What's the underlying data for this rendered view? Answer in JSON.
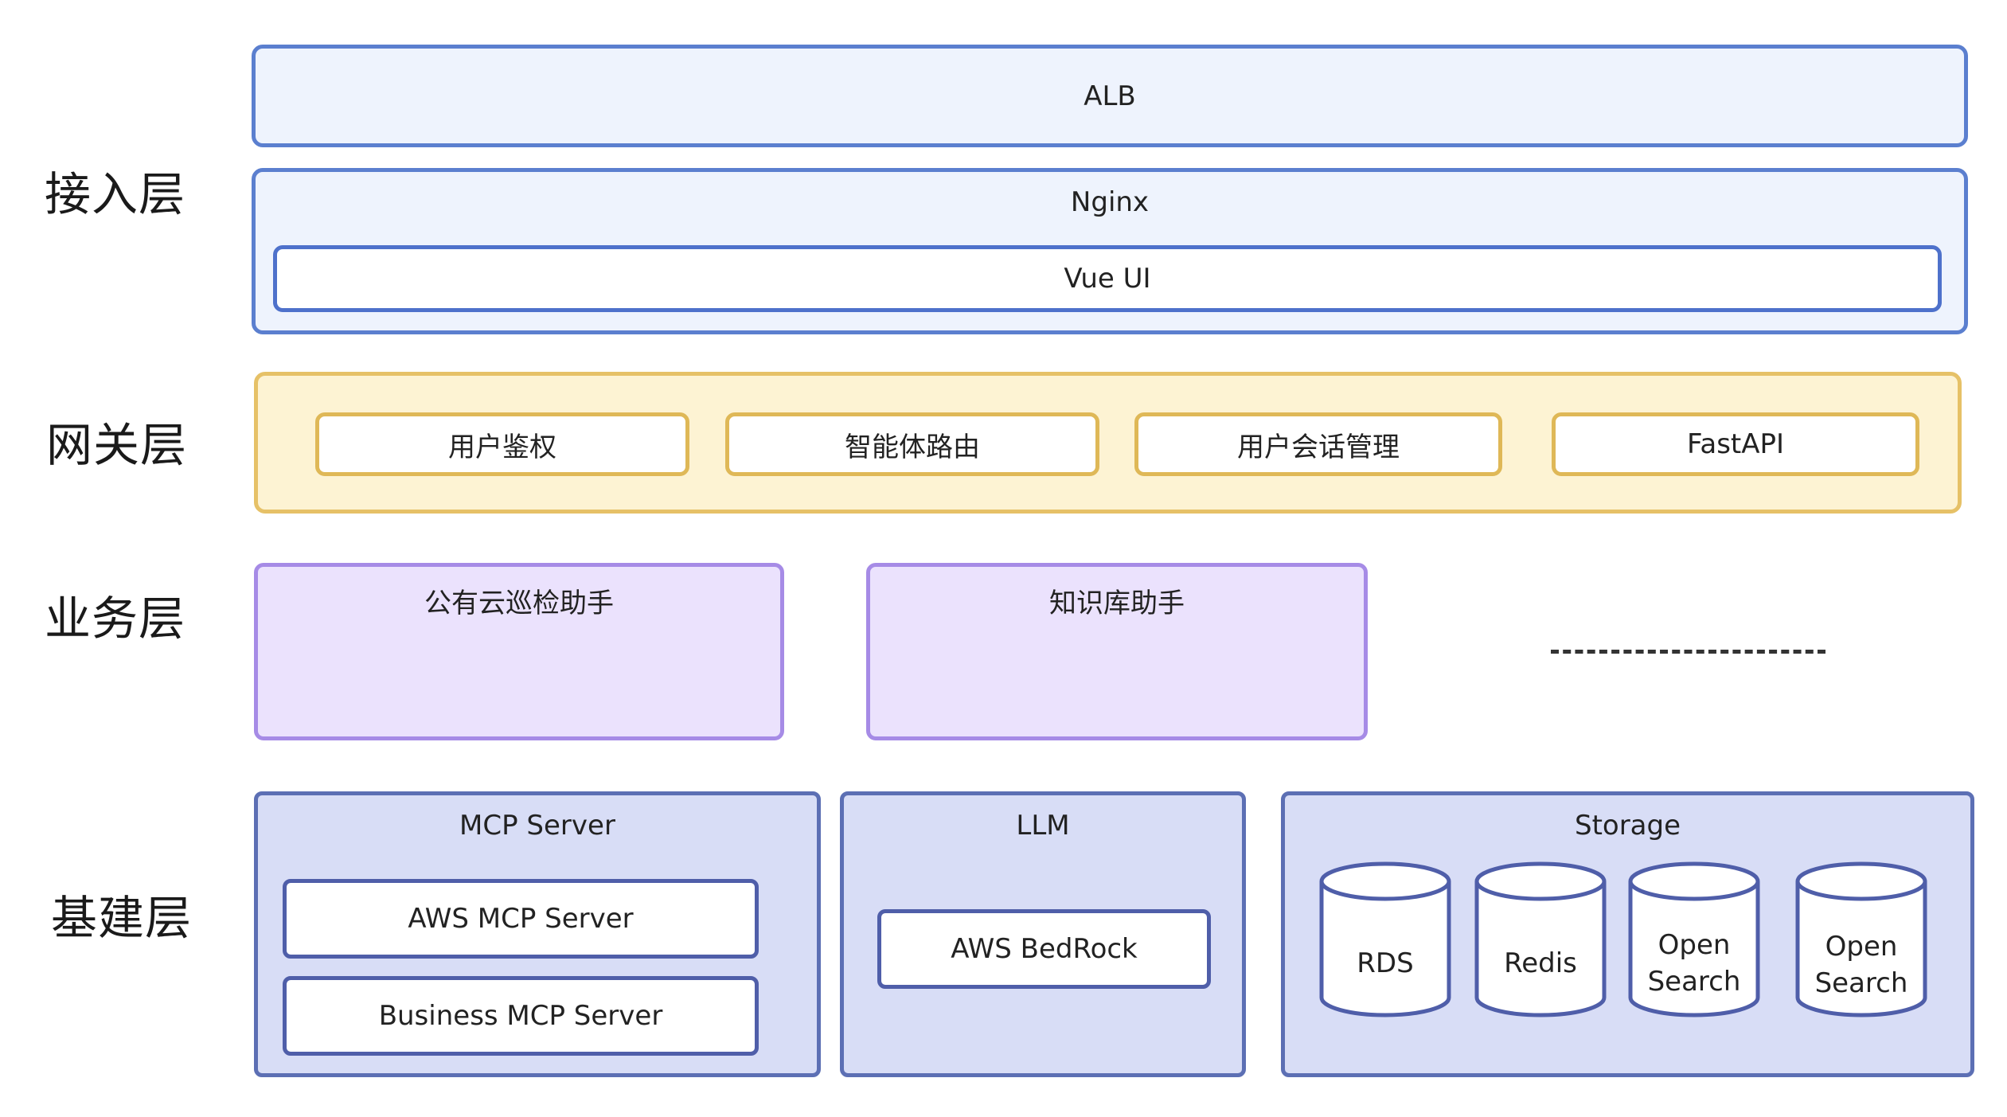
{
  "layers": {
    "access": "接入层",
    "gateway": "网关层",
    "business": "业务层",
    "infra": "基建层"
  },
  "access": {
    "alb": "ALB",
    "nginx": "Nginx",
    "vue_ui": "Vue UI"
  },
  "gateway": {
    "items": [
      "用户鉴权",
      "智能体路由",
      "用户会话管理",
      "FastAPI"
    ]
  },
  "business": {
    "items": [
      "公有云巡检助手",
      "知识库助手"
    ]
  },
  "infra": {
    "mcp": {
      "title": "MCP Server",
      "items": [
        "AWS MCP Server",
        "Business MCP Server"
      ]
    },
    "llm": {
      "title": "LLM",
      "items": [
        "AWS BedRock"
      ]
    },
    "storage": {
      "title": "Storage",
      "databases": [
        {
          "line1": "RDS",
          "line2": ""
        },
        {
          "line1": "Redis",
          "line2": ""
        },
        {
          "line1": "Open",
          "line2": "Search"
        },
        {
          "line1": "Open",
          "line2": "Search"
        }
      ]
    }
  },
  "colors": {
    "access_fill": "#eef3fd",
    "access_stroke": "#5b7fcf",
    "gateway_fill": "#fdf3d3",
    "gateway_stroke": "#e6c167",
    "business_fill": "#ebe2fd",
    "business_stroke": "#a68be6",
    "infra_fill": "#d8ddf6",
    "infra_stroke": "#5c6fb4"
  }
}
